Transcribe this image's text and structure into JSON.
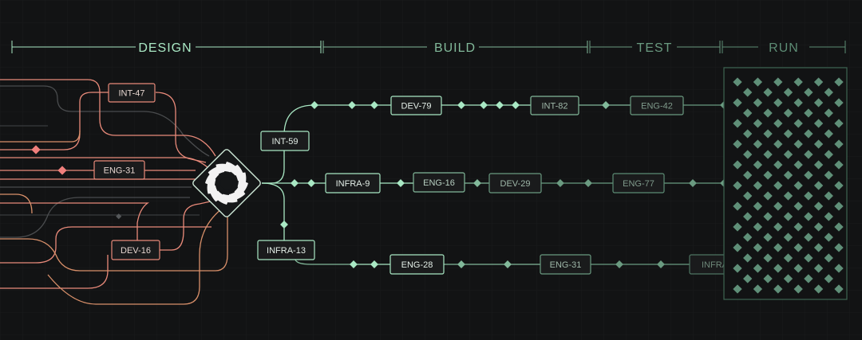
{
  "colors": {
    "background": "#121314",
    "green_bright": "#a9e8c4",
    "green_mid": "#82b99a",
    "green_dim": "#5c8c74",
    "salmon": "#e98a7a",
    "salmon_diamond": "#f07f7c",
    "orange": "#d9906a",
    "gray_line": "#4a4c4e"
  },
  "stages": [
    {
      "label": "DESIGN"
    },
    {
      "label": "BUILD"
    },
    {
      "label": "TEST"
    },
    {
      "label": "RUN"
    }
  ],
  "hub": {
    "icon": "aperture-icon"
  },
  "design_tickets": [
    {
      "id": "INT-47"
    },
    {
      "id": "ENG-31"
    },
    {
      "id": "DEV-16"
    }
  ],
  "branch_tickets": [
    {
      "id": "INT-59"
    },
    {
      "id": "INFRA-13"
    }
  ],
  "lane_top": [
    {
      "id": "DEV-79"
    },
    {
      "id": "INT-82"
    },
    {
      "id": "ENG-42"
    }
  ],
  "lane_middle": [
    {
      "id": "INFRA-9"
    },
    {
      "id": "ENG-16"
    },
    {
      "id": "DEV-29"
    },
    {
      "id": "ENG-77"
    }
  ],
  "lane_bottom": [
    {
      "id": "ENG-28"
    },
    {
      "id": "ENG-31"
    },
    {
      "id": "INFRA"
    }
  ]
}
